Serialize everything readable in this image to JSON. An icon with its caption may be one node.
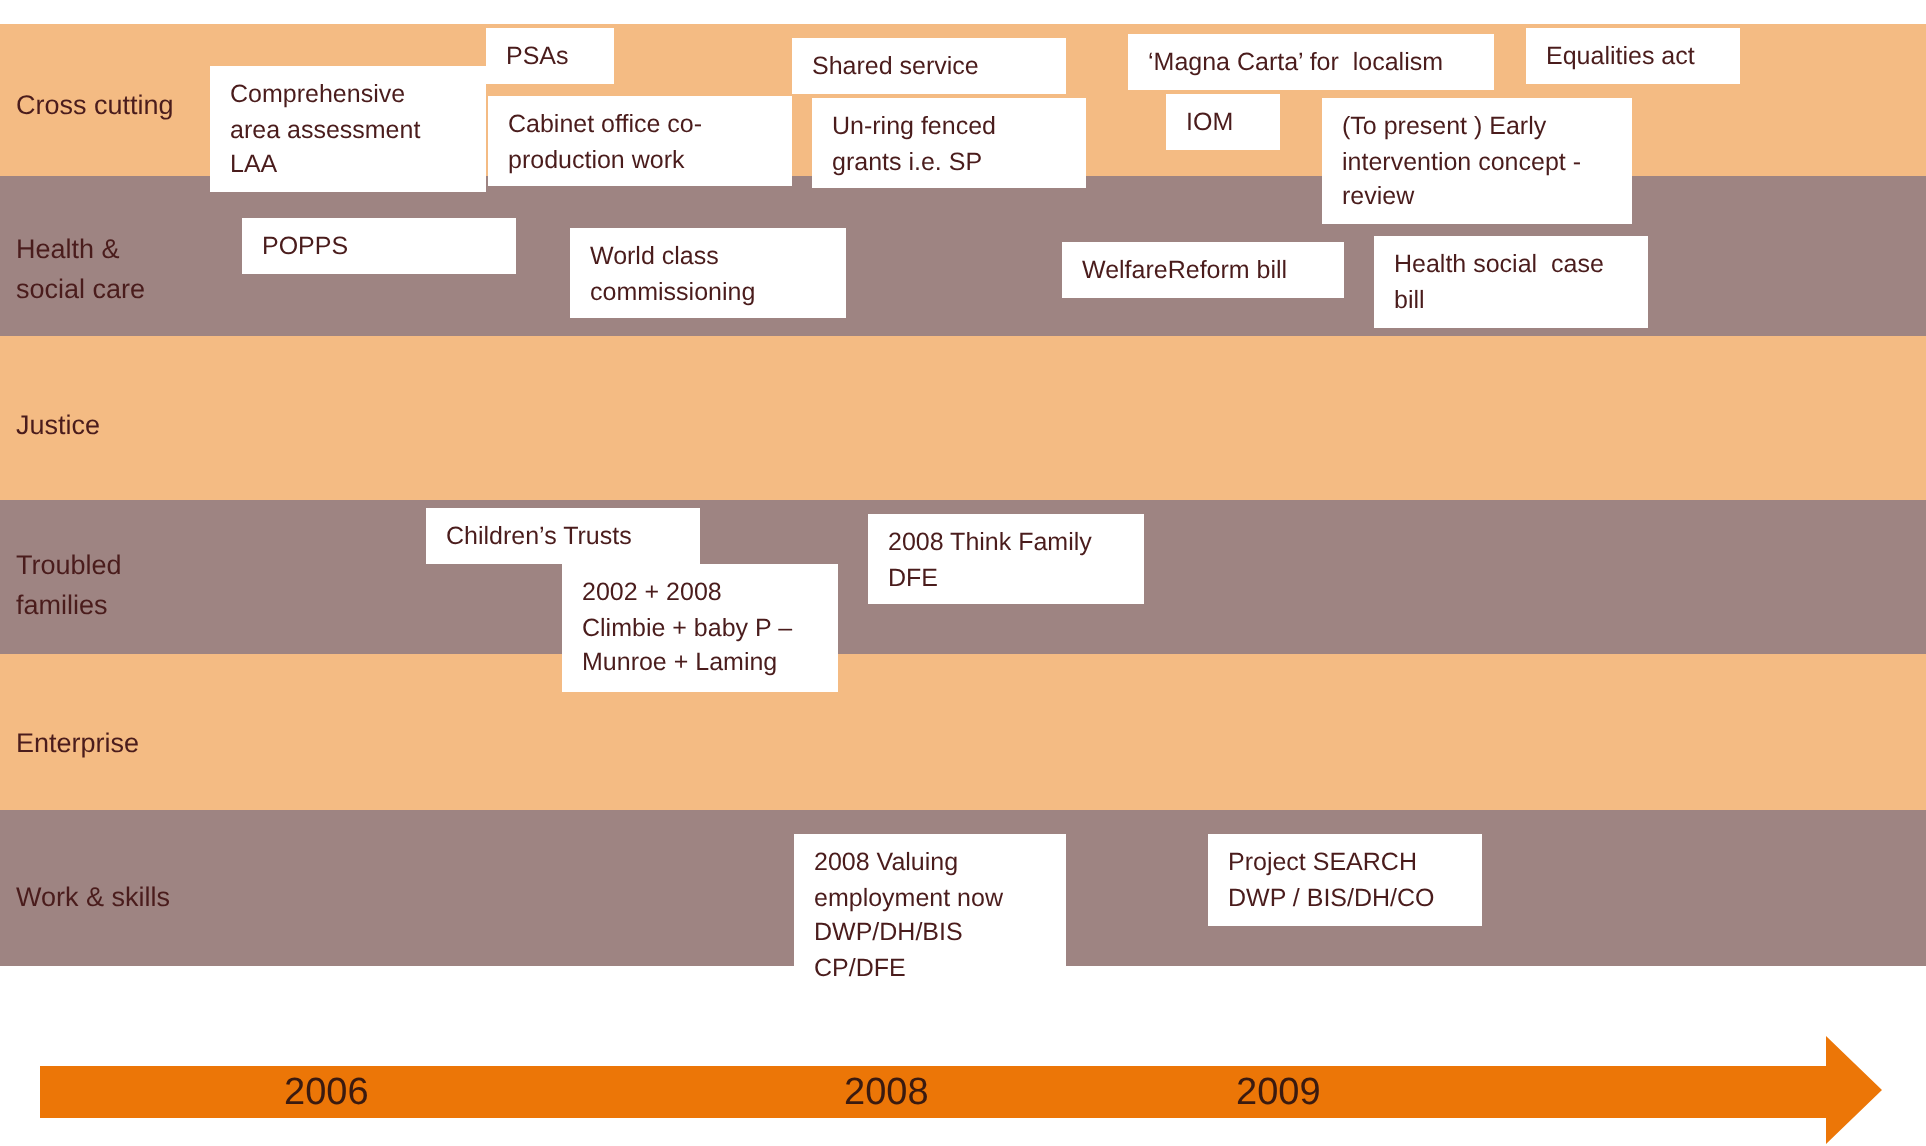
{
  "diagram": {
    "nodes": [
      {
        "text": [
          "Cross cutting"
        ]
      },
      {
        "text": [
          "PSAs"
        ],
        "in": 0
      },
      {
        "text": [
          "Shared service"
        ],
        "in": 0
      },
      {
        "text": [
          "‘Magna Carta’ for  localism"
        ],
        "in": 0
      },
      {
        "text": [
          "Equalities act"
        ],
        "in": 0
      },
      {
        "text": [
          "Comprehensive area assessment LAA"
        ]
      },
      {
        "text": [
          "Cabinet office co-production work"
        ]
      },
      {
        "text": [
          "Un-ring fenced grants i.e. SP"
        ]
      },
      {
        "text": [
          "IOM"
        ],
        "in": 0
      },
      {
        "text": [
          "(To present ) Early intervention concept - review"
        ]
      },
      {
        "text": [
          "Health & social care"
        ]
      },
      {
        "text": [
          "POPPS"
        ],
        "in": 10
      },
      {
        "text": [
          "World class commissioning"
        ],
        "in": 10
      },
      {
        "text": [
          "WelfareReform bill"
        ],
        "in": 10
      },
      {
        "text": [
          "Health social  case bill"
        ],
        "in": 10
      },
      {
        "text": [
          "Justice"
        ]
      },
      {
        "text": [
          "Troubled families"
        ]
      },
      {
        "text": [
          "Children’s Trusts"
        ],
        "in": 16
      },
      {
        "text": [
          "2008 Think Family DFE"
        ],
        "in": 16
      },
      {
        "text": [
          "2002 + 2008 Climbie + baby P – Munroe + Laming"
        ]
      },
      {
        "text": [
          "Enterprise"
        ]
      },
      {
        "text": [
          "Work & skills"
        ]
      },
      {
        "text": [
          "2008 Valuing employment now DWP/DH/BIS CP/DFE"
        ]
      },
      {
        "text": [
          "Project SEARCH DWP / BIS/DH/CO"
        ],
        "in": 21
      }
    ],
    "labels": [
      "2006",
      "2008",
      "2009"
    ]
  }
}
